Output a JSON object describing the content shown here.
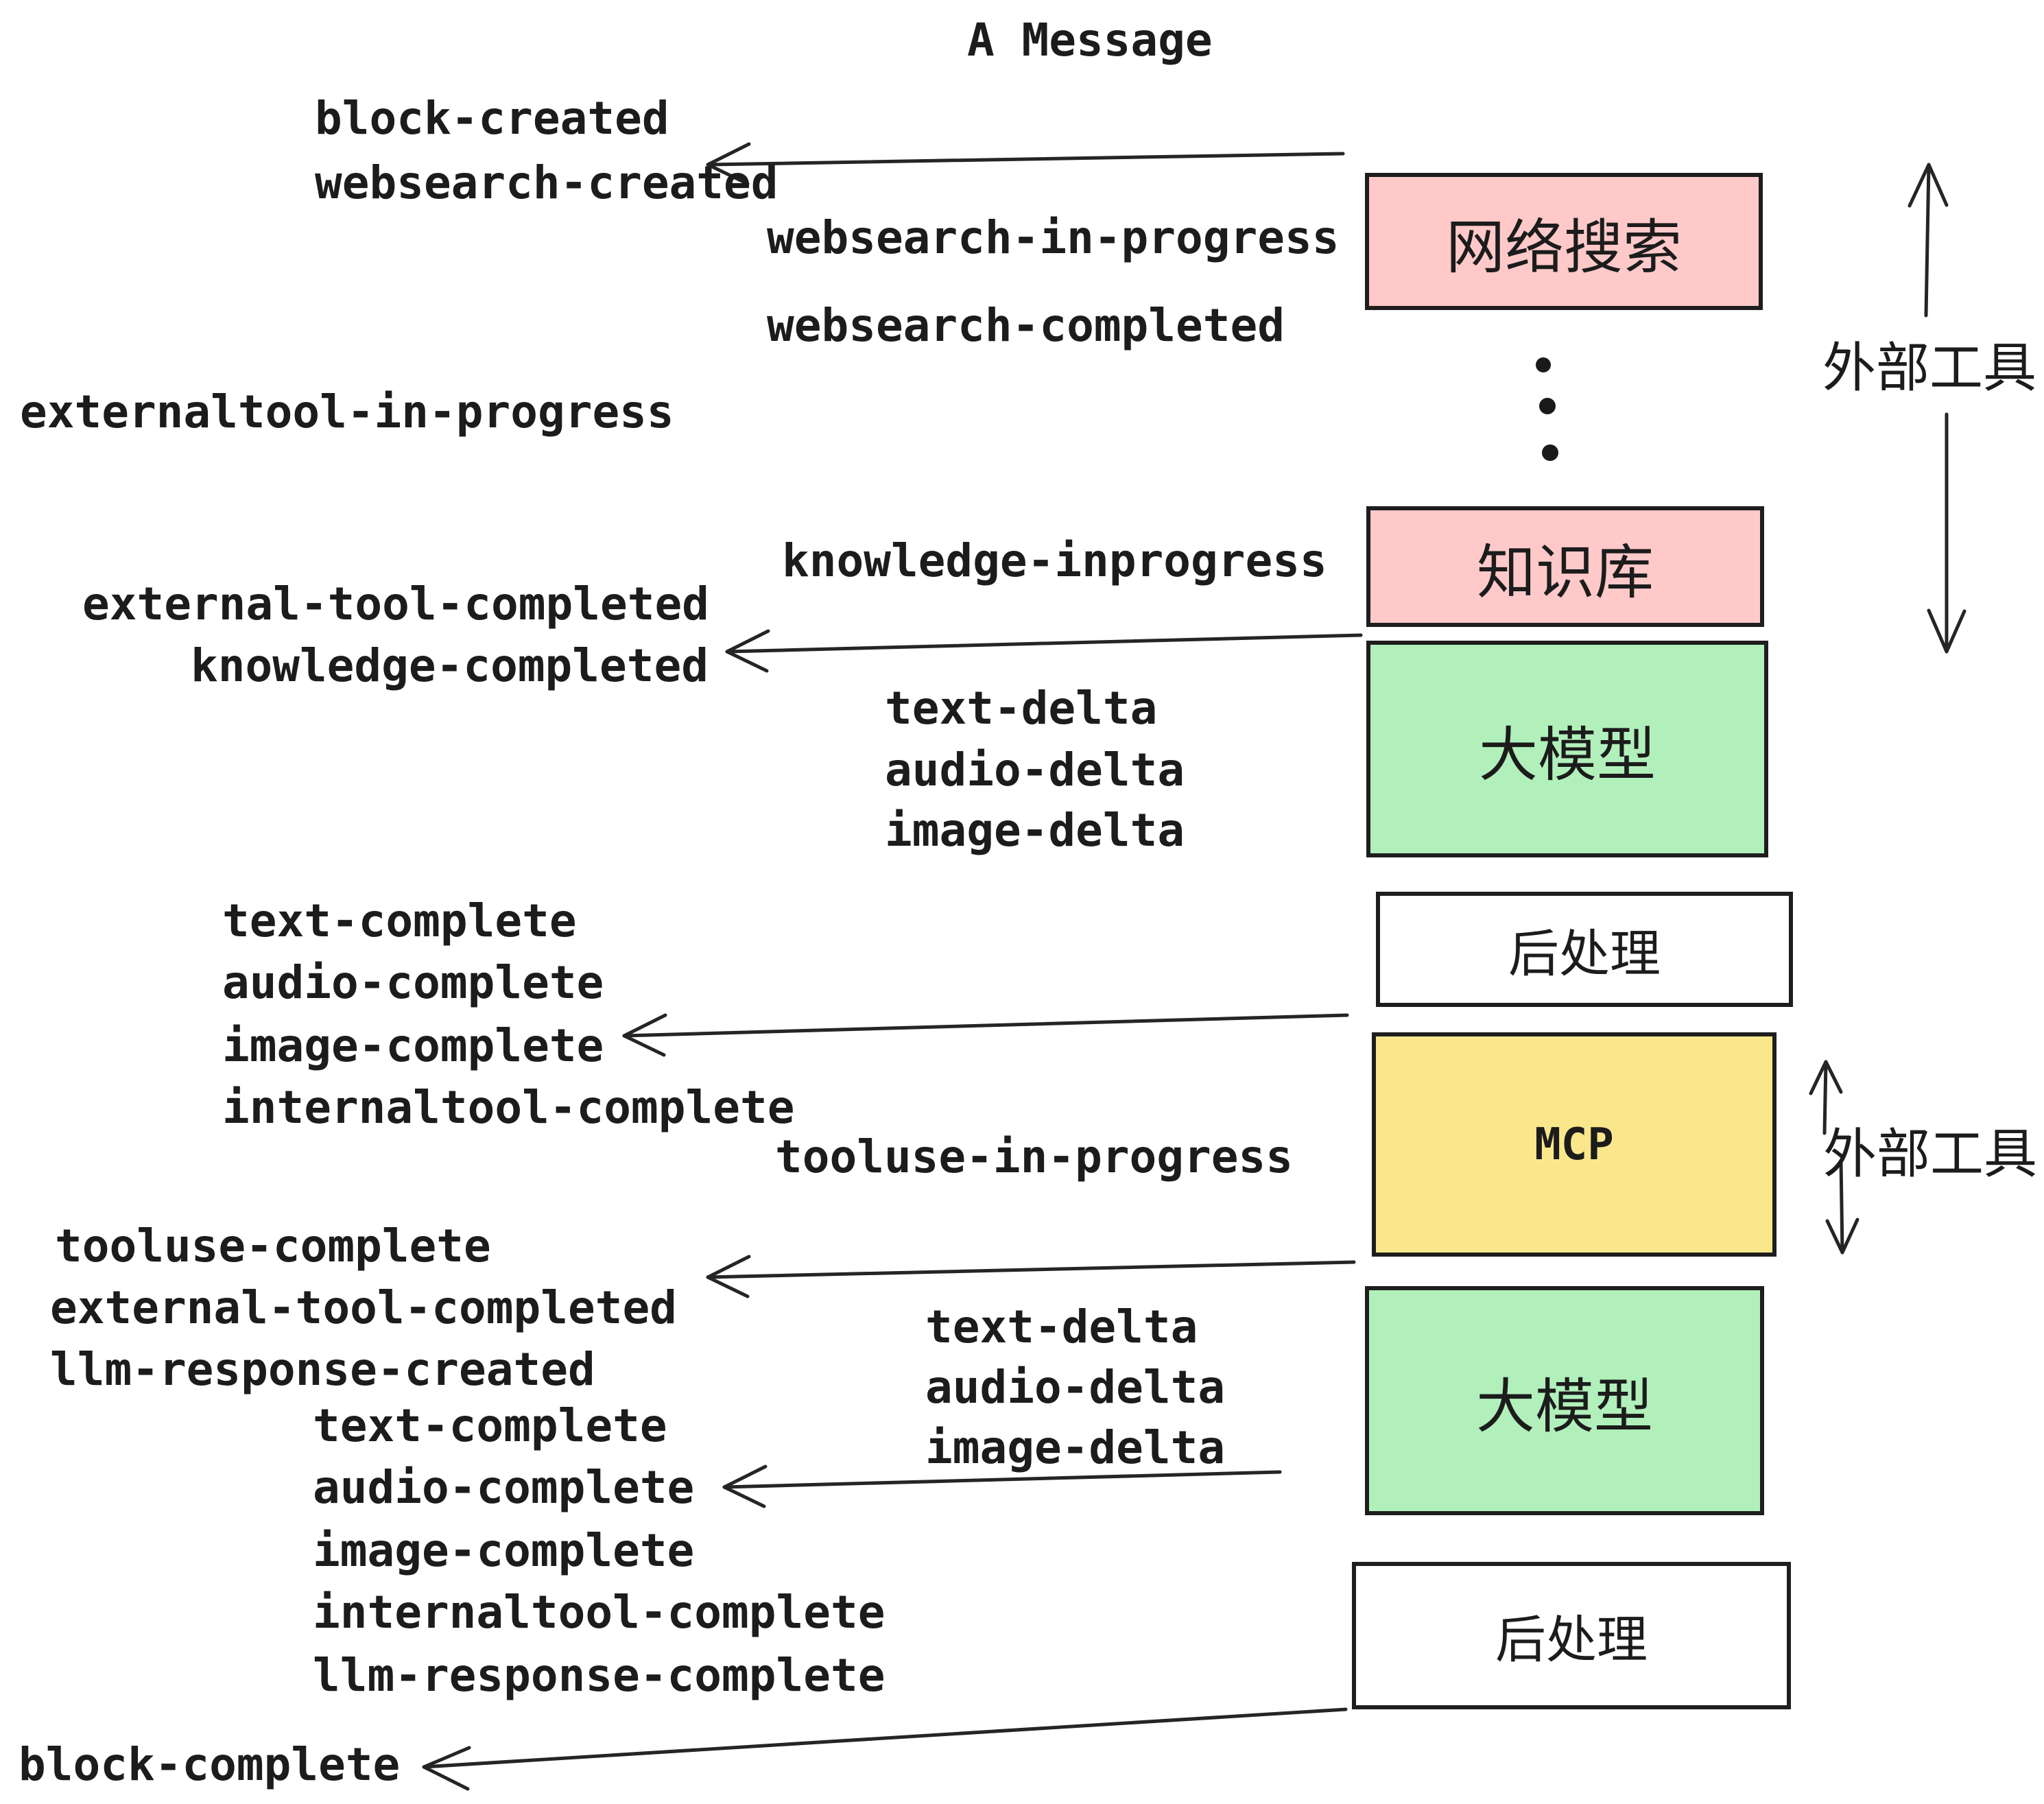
{
  "title": "A Message",
  "colors": {
    "box_pink": "#ffc9c9",
    "box_green": "#b2f0bb",
    "box_yellow": "#fae78c",
    "box_white": "#ffffff",
    "stroke": "#1e1e1e",
    "text": "#1c1c1c"
  },
  "boxes": {
    "websearch": {
      "label": "网络搜索"
    },
    "knowledge": {
      "label": "知识库"
    },
    "llm": {
      "label": "大模型"
    },
    "postprocess": {
      "label": "后处理"
    },
    "mcp": {
      "label": "MCP"
    }
  },
  "annotations": {
    "external_tools": "外部工具"
  },
  "events": {
    "block_created": "block-created",
    "websearch_created": "websearch-created",
    "websearch_in_progress": "websearch-in-progress",
    "websearch_completed": "websearch-completed",
    "externaltool_in_progress": "externaltool-in-progress",
    "knowledge_inprogress": "knowledge-inprogress",
    "external_tool_completed": "external-tool-completed",
    "knowledge_completed": "knowledge-completed",
    "text_delta": "text-delta",
    "audio_delta": "audio-delta",
    "image_delta": "image-delta",
    "text_complete": "text-complete",
    "audio_complete": "audio-complete",
    "image_complete": "image-complete",
    "internaltool_complete": "internaltool-complete",
    "tooluse_in_progress": "tooluse-in-progress",
    "tooluse_complete": "tooluse-complete",
    "llm_response_created": "llm-response-created",
    "llm_response_complete": "llm-response-complete",
    "block_complete": "block-complete"
  }
}
